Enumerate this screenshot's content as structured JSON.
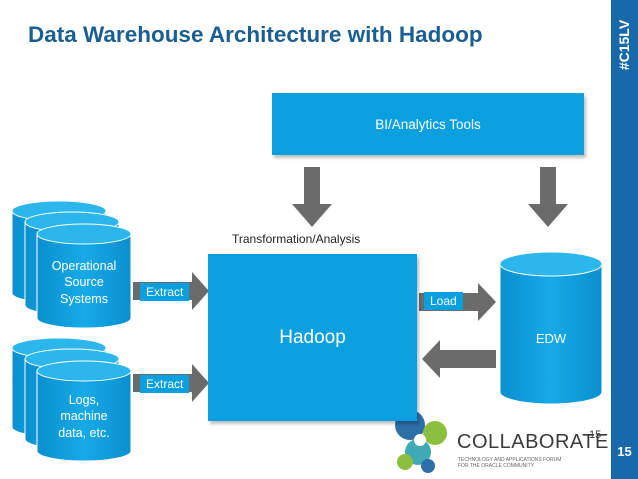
{
  "slide": {
    "title": "Data Warehouse Architecture with Hadoop",
    "hashtag": "#C15LV",
    "number": "15"
  },
  "diagram": {
    "bi_tools": "BI/Analytics Tools",
    "transformation_label": "Transformation/Analysis",
    "hadoop": "Hadoop",
    "edw": "EDW",
    "operational_sources": [
      "Operational",
      "Source",
      "Systems"
    ],
    "logs_sources": [
      "Logs,",
      "machine",
      "data, etc."
    ],
    "extract_top": "Extract",
    "extract_bottom": "Extract",
    "load": "Load"
  },
  "logo": {
    "name": "COLLABORATE",
    "year": "15",
    "subtitle_line1": "TECHNOLOGY AND APPLICATIONS FORUM",
    "subtitle_line2": "FOR THE ORACLE COMMUNITY"
  },
  "colors": {
    "title": "#1b5e91",
    "sidebar": "#1769aa",
    "box_blue": "#0aa0e0",
    "arrow_gray": "#6b6b6b"
  }
}
